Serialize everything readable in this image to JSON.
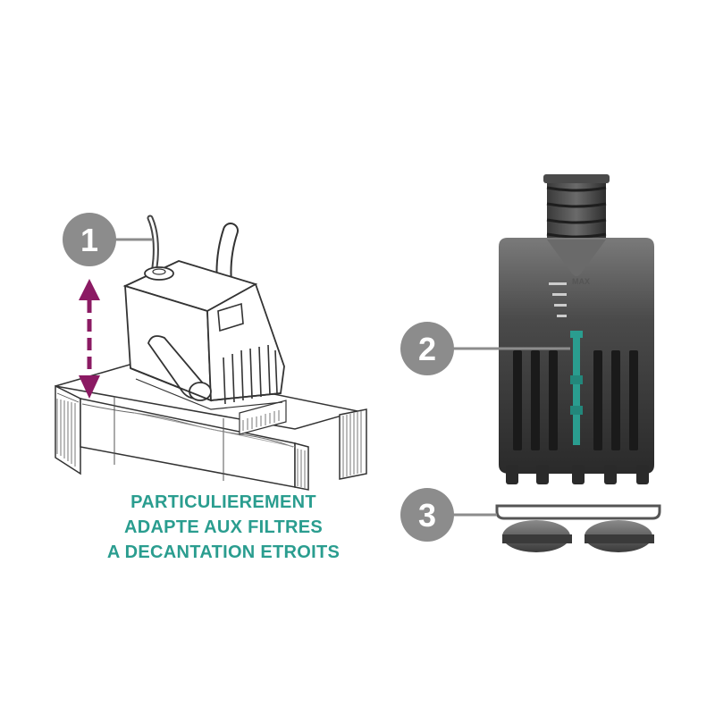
{
  "callouts": [
    {
      "number": "1"
    },
    {
      "number": "2"
    },
    {
      "number": "3"
    }
  ],
  "pump": {
    "max_label": "MAX"
  },
  "caption": {
    "lines": [
      "PARTICULIEREMENT",
      "ADAPTE AUX FILTRES",
      "A DECANTATION ETROITS"
    ]
  },
  "colors": {
    "caption_text": "#2a9d8f",
    "arrow": "#8b1a63",
    "callout_circle": "#8c8c8c",
    "pump_body": "#3a3a3a",
    "level_indicator": "#2a9d8f",
    "outline": "#333333"
  },
  "icons": {
    "height_adjust": "double-arrow-icon",
    "callout": "numbered-circle-icon"
  }
}
